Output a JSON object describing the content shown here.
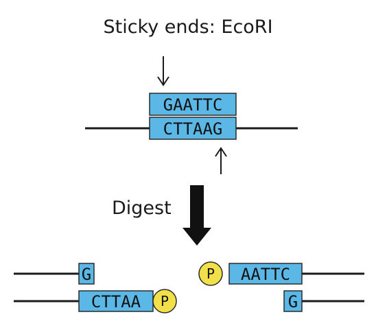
{
  "title": "Sticky ends: EcoRI",
  "step_label": "Digest",
  "site": {
    "top_sequence": "GAATTC",
    "bottom_sequence": "CTTAAG"
  },
  "left_fragment": {
    "top_overhang": "G",
    "bottom_sequence": "CTTAA",
    "phosphate": "P"
  },
  "right_fragment": {
    "top_sequence": "AATTC",
    "bottom_overhang": "G",
    "phosphate": "P"
  },
  "colors": {
    "sequence_box": "#5bb8e6",
    "phosphate": "#f2e04a"
  }
}
